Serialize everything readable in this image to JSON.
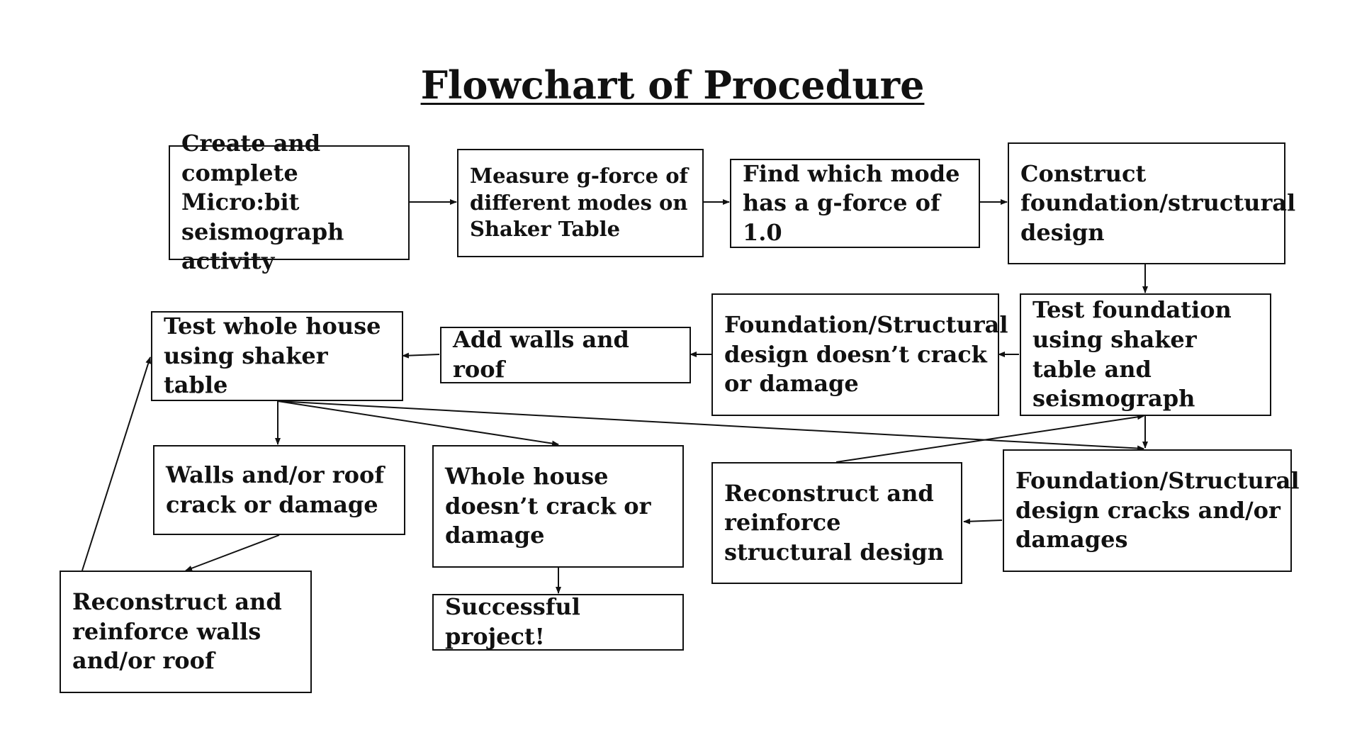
{
  "title": "Flowchart of Procedure",
  "colors": {
    "line": "#111111",
    "background": "#ffffff"
  },
  "nodes": {
    "create_microbit": "Create and complete Micro:bit seismograph activity",
    "measure_gforce": "Measure g-force of different modes on Shaker Table",
    "find_mode": "Find which mode has a g-force of 1.0",
    "construct_foundation": "Construct foundation/structural design",
    "test_foundation": "Test foundation using shaker table and seismograph",
    "foundation_ok": "Foundation/Structural design doesn’t crack or damage",
    "add_walls": "Add walls and roof",
    "test_house": "Test whole house using shaker table",
    "walls_damage": "Walls and/or roof crack or damage",
    "house_ok": "Whole house doesn’t crack or damage",
    "reconstruct_walls": "Reconstruct and reinforce walls and/or roof",
    "successful": "Successful project!",
    "reconstruct_structural": "Reconstruct and reinforce structural design",
    "foundation_damage": "Foundation/Structural design cracks and/or damages"
  }
}
